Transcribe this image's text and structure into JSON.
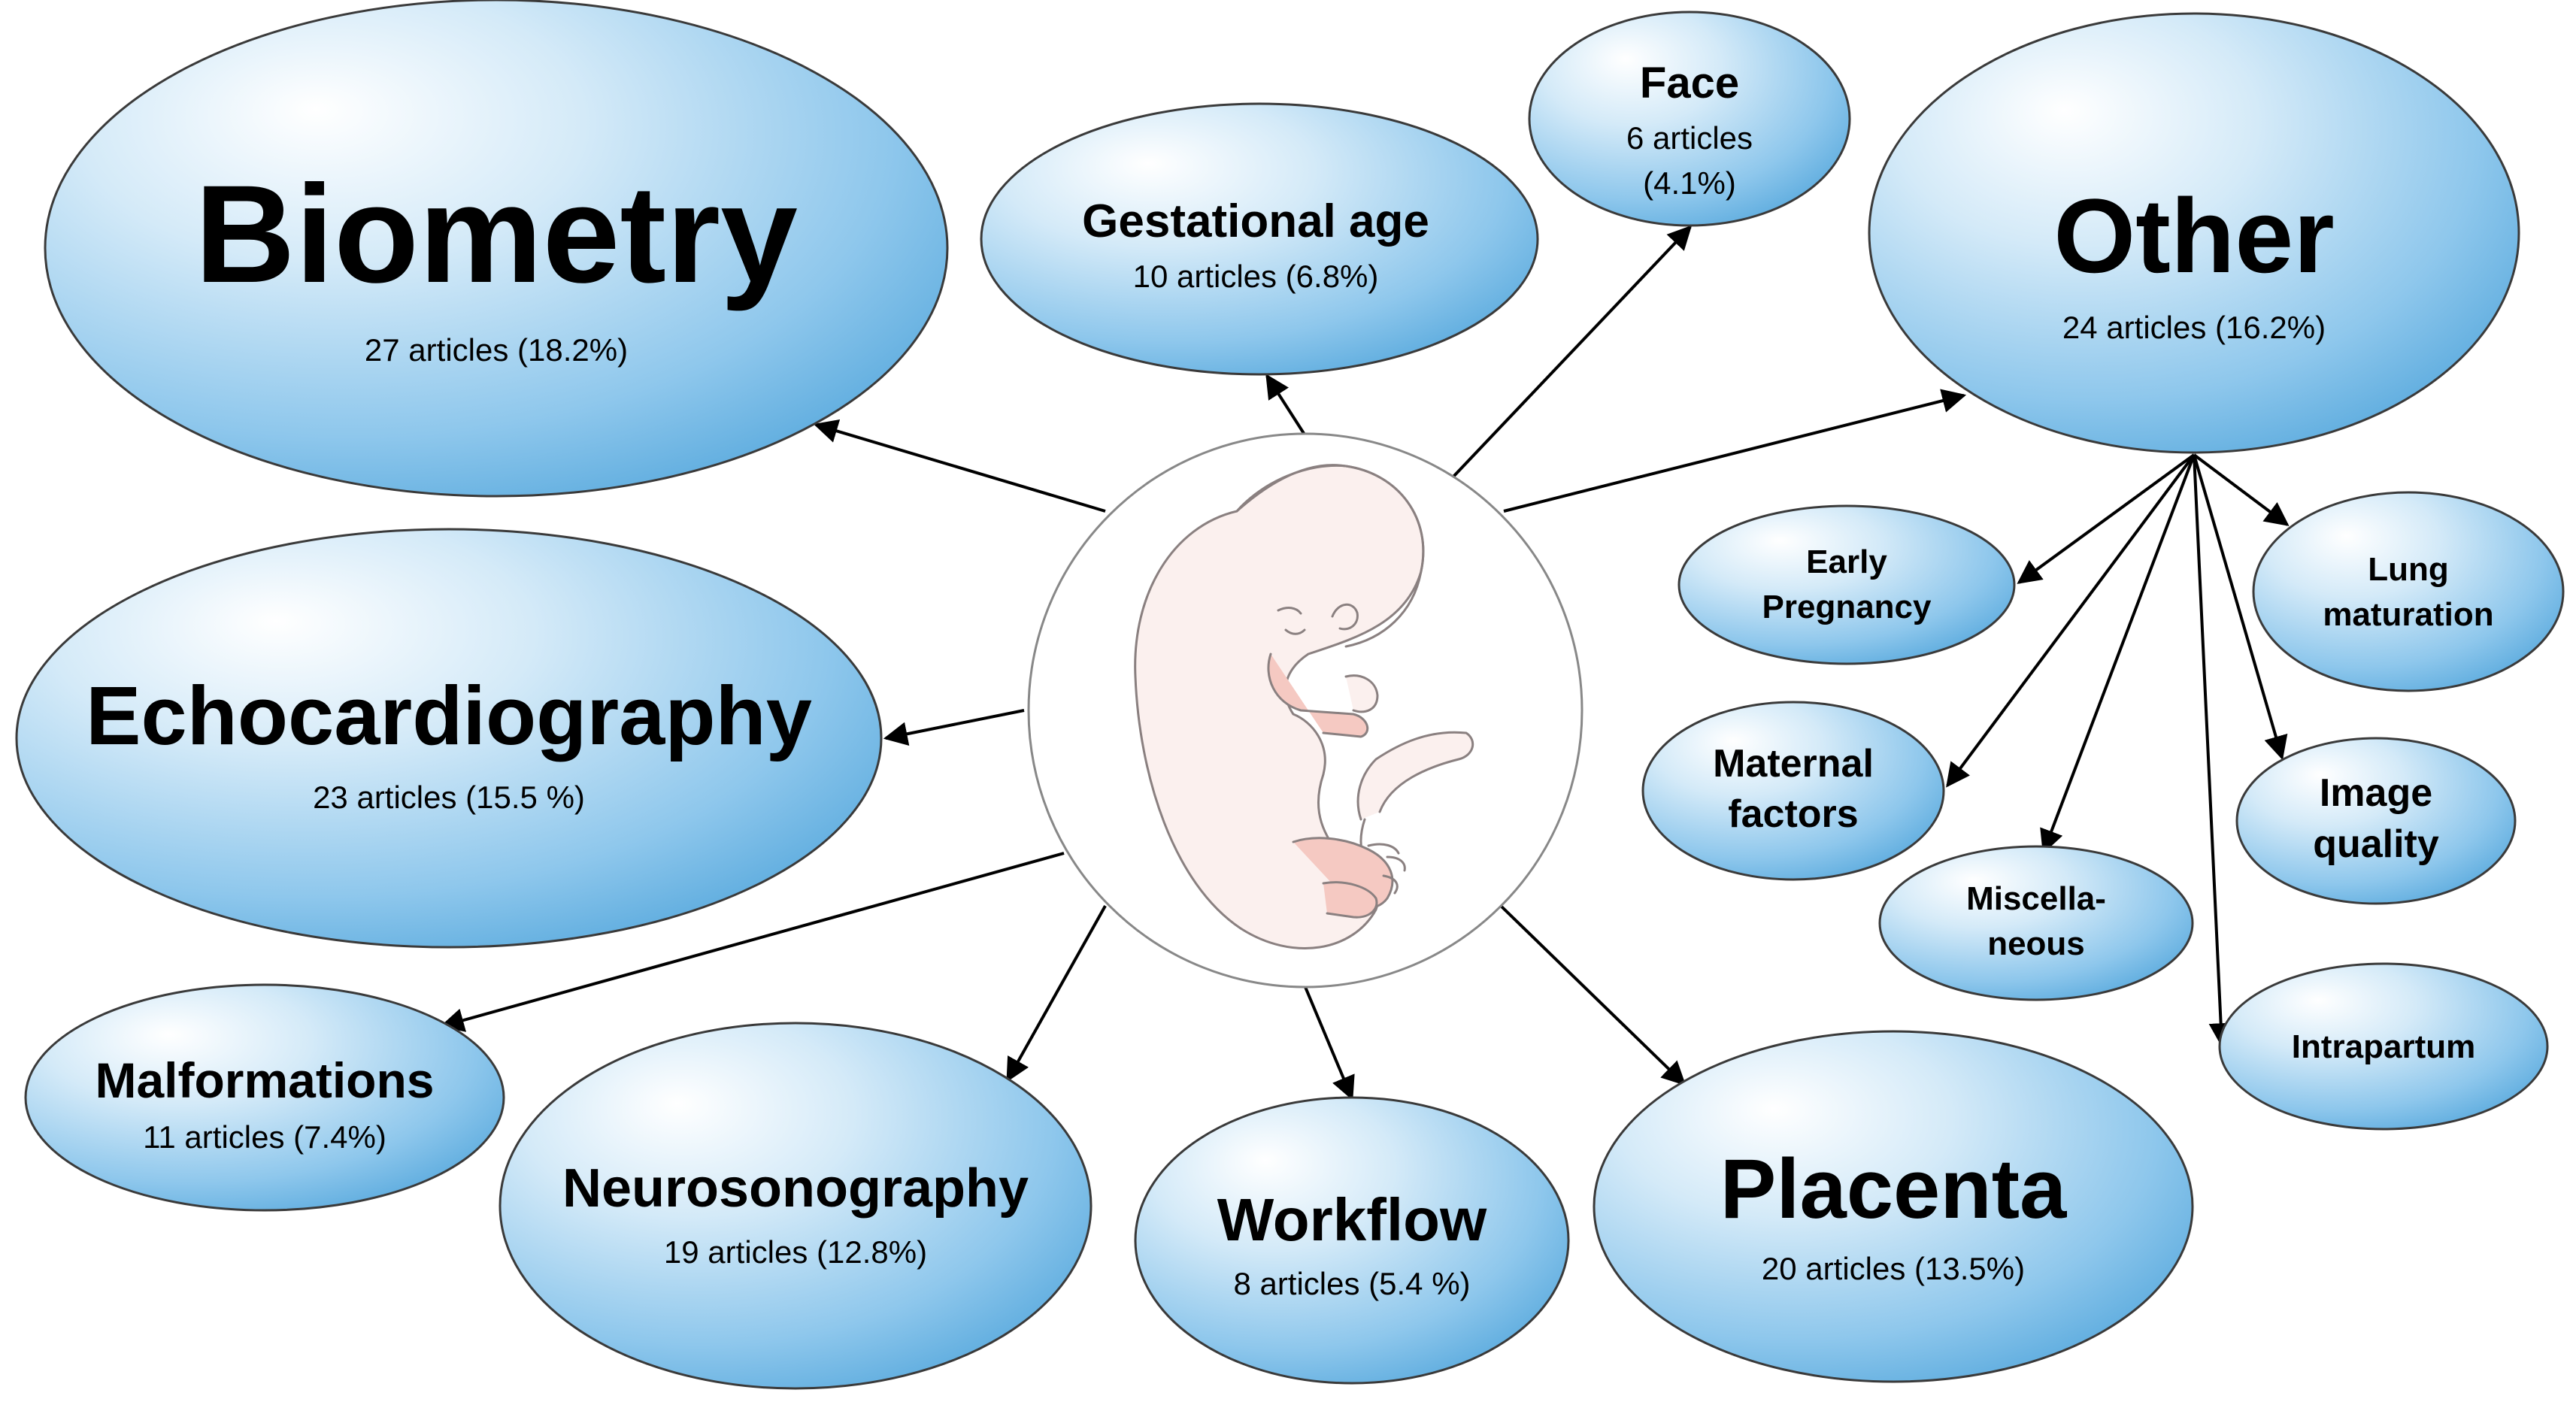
{
  "center": {
    "icon": "fetus-icon"
  },
  "topics": {
    "biometry": {
      "title": "Biometry",
      "detail": "27 articles (18.2%)"
    },
    "gestational_age": {
      "title": "Gestational age",
      "detail": "10 articles (6.8%)"
    },
    "face": {
      "title": "Face",
      "detail_line1": "6 articles",
      "detail_line2": "(4.1%)"
    },
    "other": {
      "title": "Other",
      "detail": "24 articles (16.2%)"
    },
    "echocardiography": {
      "title": "Echocardiography",
      "detail": "23 articles (15.5 %)"
    },
    "malformations": {
      "title": "Malformations",
      "detail": "11 articles (7.4%)"
    },
    "neurosonography": {
      "title": "Neurosonography",
      "detail": "19 articles (12.8%)"
    },
    "workflow": {
      "title": "Workflow",
      "detail": "8 articles (5.4 %)"
    },
    "placenta": {
      "title": "Placenta",
      "detail": "20 articles (13.5%)"
    }
  },
  "subtopics": {
    "early_pregnancy": {
      "line1": "Early",
      "line2": "Pregnancy"
    },
    "lung_maturation": {
      "line1": "Lung",
      "line2": "maturation"
    },
    "maternal_factors": {
      "line1": "Maternal",
      "line2": "factors"
    },
    "image_quality": {
      "line1": "Image",
      "line2": "quality"
    },
    "miscellaneous": {
      "line1": "Miscella-",
      "line2": "neous"
    },
    "intrapartum": {
      "line1": "Intrapartum"
    }
  },
  "colors": {
    "bubble_light": "#ffffff",
    "bubble_mid": "#b6daf2",
    "bubble_dark": "#5eaee0",
    "outline": "#3a3a3a",
    "arrow": "#000000",
    "fetus_skin": "#fbf0ee",
    "fetus_blush": "#f5c9c2",
    "center_ring": "#888888"
  }
}
